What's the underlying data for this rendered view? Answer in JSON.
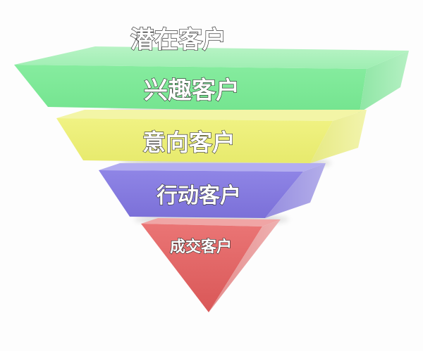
{
  "funnel": {
    "tiers": [
      {
        "label": "潜在客户"
      },
      {
        "label": "兴趣客户",
        "color": "#7ee99a"
      },
      {
        "label": "意向客户",
        "color": "#eef07a"
      },
      {
        "label": "行动客户",
        "color": "#8a7fe0"
      },
      {
        "label": "成交客户",
        "color": "#e06464"
      }
    ]
  }
}
